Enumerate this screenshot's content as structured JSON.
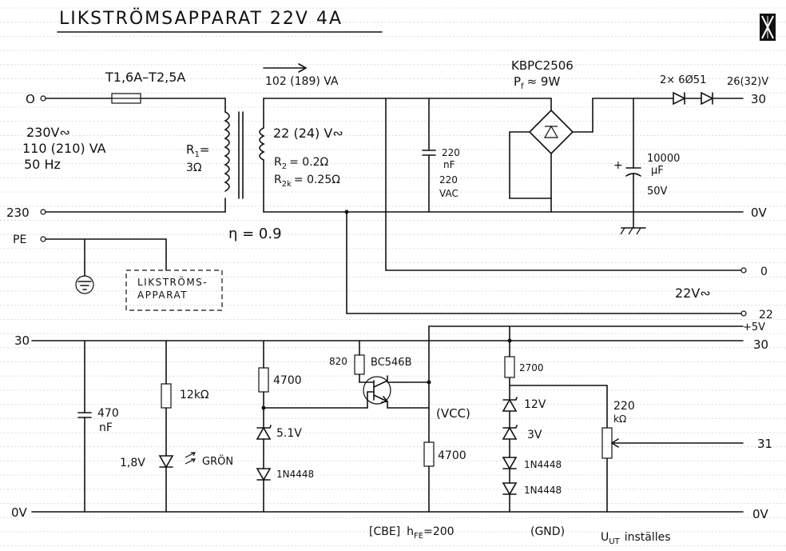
{
  "title": "LIKSTRÖMSAPPARAT   22V   4A",
  "fuse": "T1,6A–T2,5A",
  "power_rating": "102 (189) VA",
  "mains": {
    "voltage": "230V∾",
    "va": "110 (210) VA",
    "freq": "50 Hz",
    "top_term": "O",
    "bot_term": "230"
  },
  "r1": {
    "label": "R",
    "sub": "1",
    "eq": "=",
    "value": "3Ω"
  },
  "secondary": "22 (24) V∾",
  "r2": {
    "label": "R",
    "sub": "2",
    "value": "= 0.2Ω"
  },
  "r2k": {
    "label": "R",
    "sub": "2k",
    "value": "= 0.25Ω"
  },
  "efficiency": "η = 0.9",
  "pe": {
    "label": "PE",
    "box_line1": "LIKSTRÖMS-",
    "box_line2": "APPARAT"
  },
  "cap_220": {
    "l1": "220",
    "l2": "nF",
    "l3": "220",
    "l4": "VAC"
  },
  "bridge": {
    "name": "KBPC2506",
    "power": "P",
    "power_sub": "f",
    "power_val": "≈ 9W"
  },
  "filter_cap": {
    "plus": "+",
    "l1": "10000",
    "l2": "µF",
    "l3": "50V"
  },
  "diodes": "2× 6Ø51",
  "out_voltage": "26(32)V",
  "terminals": {
    "t30": "30",
    "t0v": "0V",
    "t0": "0",
    "t22": "22",
    "t22label": "22V∾",
    "t5v": "+5V",
    "t30b": "30",
    "t31": "31",
    "t0vb": "0V"
  },
  "lower": {
    "rail30": "30",
    "rail0v": "0V",
    "c470": {
      "l1": "470",
      "l2": "nF"
    },
    "r12k": "12kΩ",
    "led_v": "1,8V",
    "led_col": "GRÖN",
    "r4700a": "4700",
    "z51": "5.1V",
    "d1": "1N4448",
    "r820": "820",
    "transistor": "BC546B",
    "vcc": "(VCC)",
    "r4700b": "4700",
    "cbe": "[CBE]",
    "hfe": "h",
    "hfe_sub": "FE",
    "hfe_val": "=200",
    "gnd": "(GND)",
    "r2700": "2700",
    "z12": "12V",
    "z3": "3V",
    "d2": "1N4448",
    "d3": "1N4448",
    "pot": {
      "l1": "220",
      "l2": "kΩ"
    },
    "uut": "U",
    "uut_sub": "UT",
    "uut_text": "inställes"
  }
}
